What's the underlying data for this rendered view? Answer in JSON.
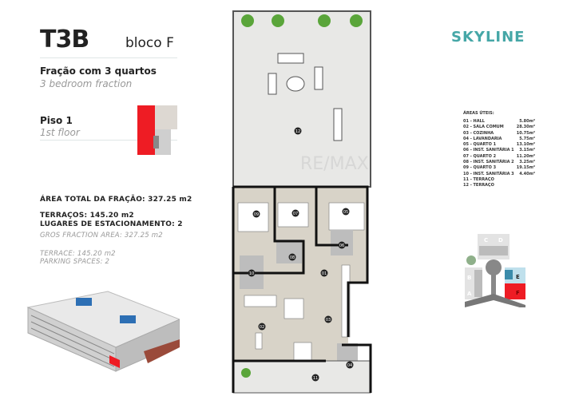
{
  "header": {
    "type": "T3B",
    "block": "bloco F",
    "logo": "SKYLINE"
  },
  "fraction": {
    "pt": "Fração com 3 quartos",
    "en": "3 bedroom fraction"
  },
  "floor": {
    "pt": "Piso 1",
    "en": "1st floor"
  },
  "info": {
    "total_area": "ÁREA TOTAL DA FRAÇÃO: 327.25 m2",
    "terraces": "TERRAÇOS: 145.20 m2",
    "parking": "LUGARES DE ESTACIONAMENTO: 2",
    "gross_en": "GROS FRACTION AREA: 327.25 m2",
    "terrace_en": "TERRACE: 145.20 m2",
    "parking_en": "PARKING SPACES: 2"
  },
  "areas": {
    "title": "ÁREAS ÚTEIS:",
    "items": [
      {
        "name": "01 - HALL",
        "value": "5.80m²"
      },
      {
        "name": "02 - SALA COMUM",
        "value": "28.30m²"
      },
      {
        "name": "03 - COZINHA",
        "value": "10.75m²"
      },
      {
        "name": "04 - LAVANDARIA",
        "value": "5.75m²"
      },
      {
        "name": "05 - QUARTO 1",
        "value": "13.10m²"
      },
      {
        "name": "06 - INST. SANITÁRIA 1",
        "value": "3.15m²"
      },
      {
        "name": "07 - QUARTO 2",
        "value": "11.20m²"
      },
      {
        "name": "08 - INST. SANITÁRIA 2",
        "value": "3.25m²"
      },
      {
        "name": "09 - QUARTO 3",
        "value": "19.15m²"
      },
      {
        "name": "10 - INST. SANITÁRIA 3",
        "value": "4.40m²"
      },
      {
        "name": "11 - TERRAÇO",
        "value": ""
      },
      {
        "name": "12 - TERRAÇO",
        "value": ""
      }
    ]
  },
  "plan_labels": {
    "r01": "01",
    "r02": "02",
    "r03": "03",
    "r04": "04",
    "r05": "05",
    "r06": "06",
    "r07": "07",
    "r08": "08",
    "r09": "09",
    "r10": "10",
    "r11": "11",
    "r12": "12"
  },
  "blocks": {
    "a": "A",
    "b": "B",
    "c": "C",
    "d": "D",
    "e": "E",
    "f": "F"
  },
  "watermark": "RE/MAX",
  "colors": {
    "accent": "#46a7a7",
    "highlight": "#ee1c24",
    "floor": "#d8d3c8",
    "terrace": "#e8e8e6"
  }
}
